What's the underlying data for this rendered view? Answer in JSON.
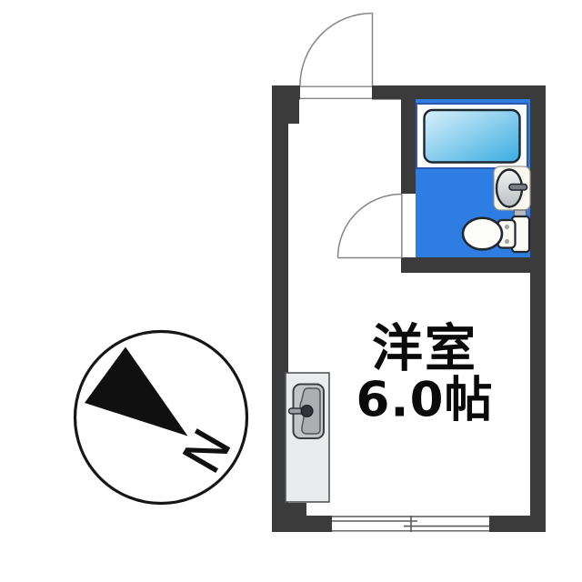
{
  "floor_plan": {
    "room": {
      "name": "洋室",
      "size": "6.0帖"
    },
    "compass": {
      "letter": "N"
    },
    "colors": {
      "wall": "#3b3b3b",
      "bath_blue": "#2e7de3",
      "panel_border": "#2b57ae",
      "tub_gradient_start": "#daf0fb",
      "tub_gradient_end": "#39ace0",
      "ink": "#101010"
    }
  }
}
